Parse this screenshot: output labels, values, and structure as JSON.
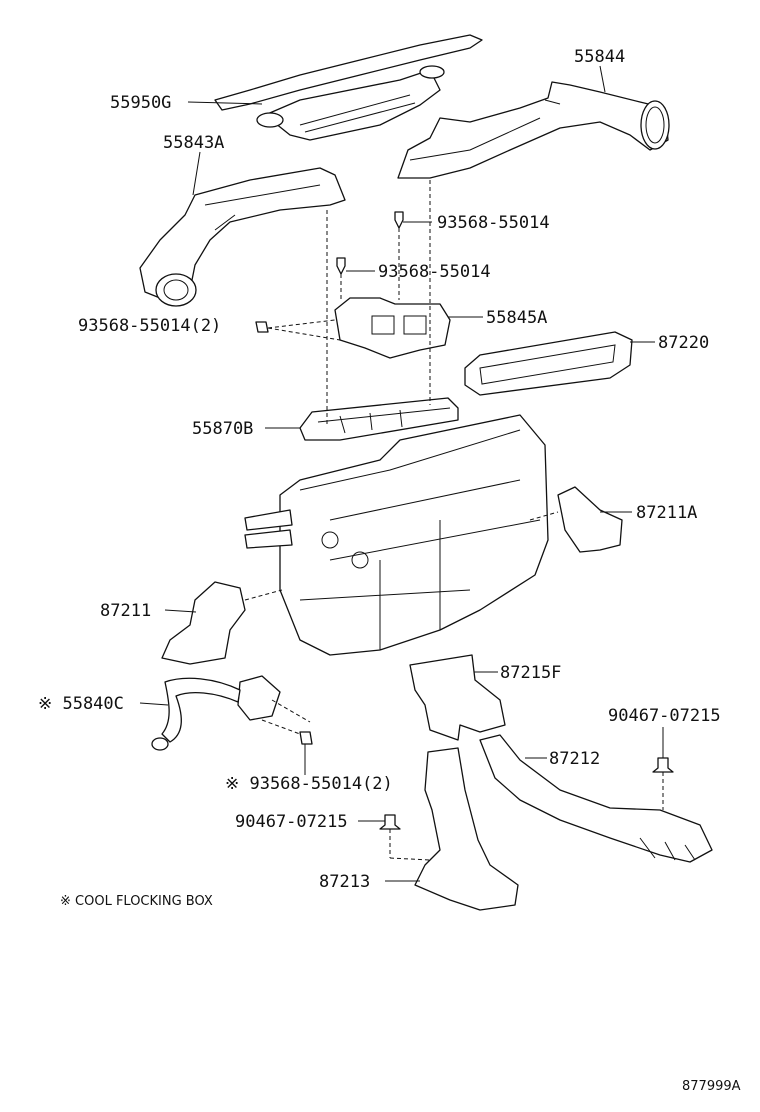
{
  "labels": {
    "p55950G": "55950G",
    "p55844": "55844",
    "p55843A": "55843A",
    "b93568_top": "93568-55014",
    "b93568_mid": "93568-55014",
    "b93568_2": "93568-55014(2)",
    "p55845A": "55845A",
    "p87220": "87220",
    "p55870B": "55870B",
    "p87211A": "87211A",
    "p87211": "87211",
    "p55840C": "※ 55840C",
    "p87215F": "87215F",
    "b90467_right": "90467-07215",
    "p87212": "87212",
    "b93568_cool": "※ 93568-55014(2)",
    "b90467_left": "90467-07215",
    "p87213": "87213"
  },
  "footnote": "※ COOL FLOCKING BOX",
  "figure_id": "877999A"
}
